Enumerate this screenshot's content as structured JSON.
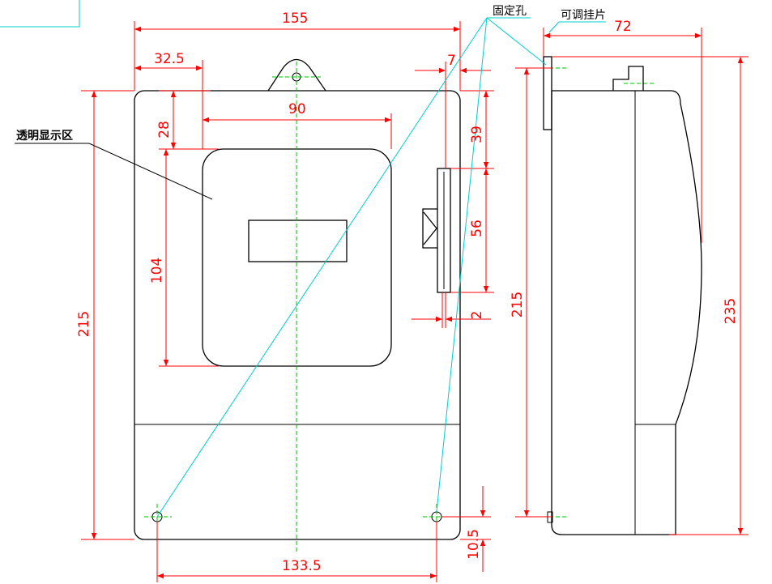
{
  "labels": {
    "display": "透明显示区",
    "mount_holes": "固定孔",
    "hanger": "可调挂片"
  },
  "dimensions": {
    "width": "155",
    "left_offset": "32.5",
    "right_offset": "7",
    "window_width": "90",
    "top_gap": "28",
    "window_height": "104",
    "total_height": "215",
    "slot_top": "39",
    "slot_height": "56",
    "slot_width": "2",
    "hole_spacing": "133.5",
    "hole_bottom": "10.5",
    "side_height": "215",
    "side_depth": "72",
    "side_total": "235"
  },
  "colors": {
    "outline": "#000000",
    "dimension": "#ff0000",
    "centerline": "#00c000",
    "leader": "#00cccc"
  }
}
